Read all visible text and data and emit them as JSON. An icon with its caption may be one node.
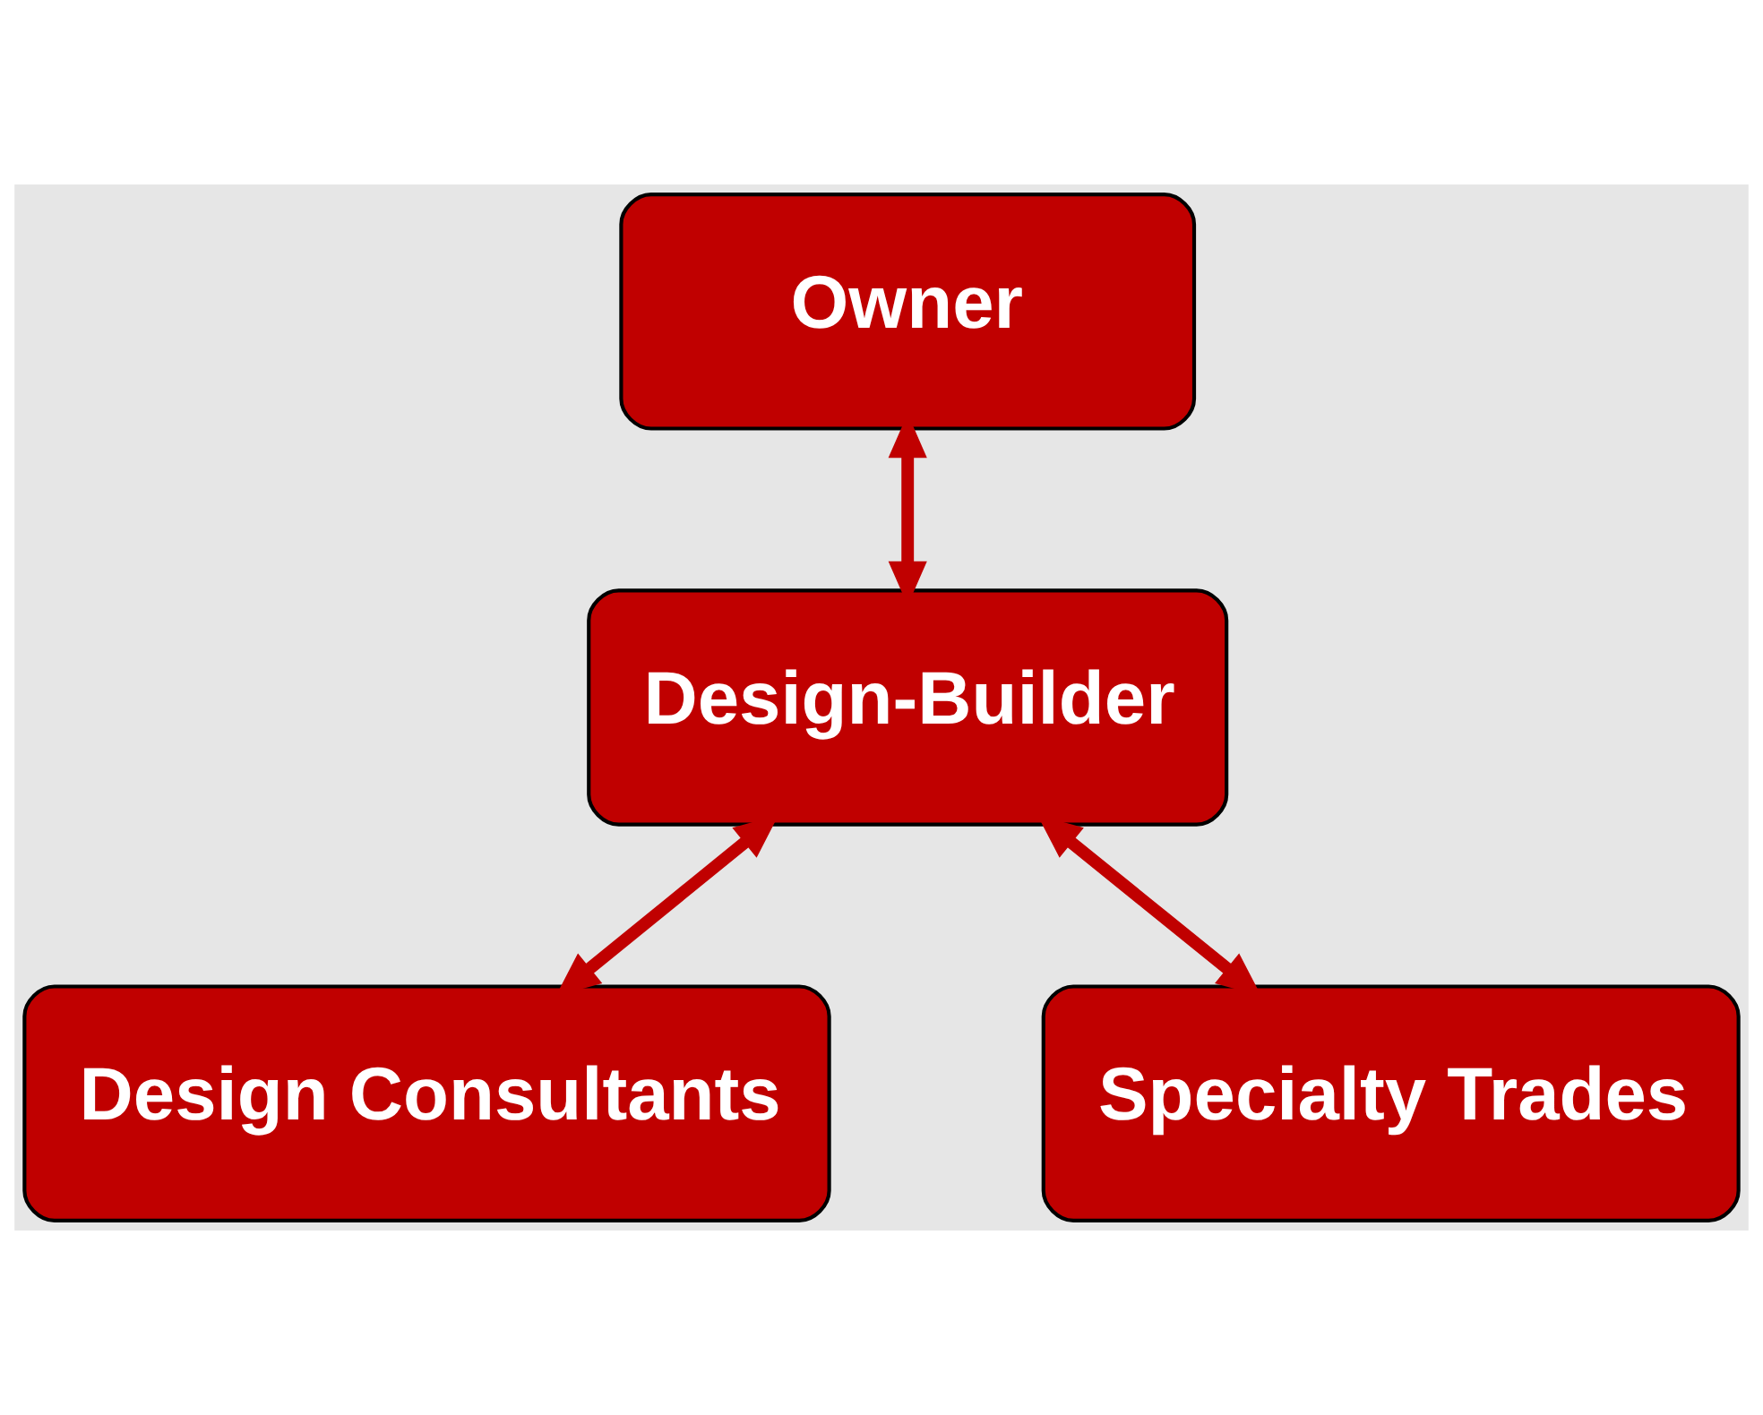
{
  "diagram": {
    "nodes": [
      {
        "text": [
          "Owner"
        ]
      },
      {
        "text": [
          "Design-Builder"
        ]
      },
      {
        "text": [
          "Design Consultants"
        ]
      },
      {
        "text": [
          "Specialty Trades"
        ]
      }
    ],
    "edges": [
      {
        "from": 0,
        "to": 1,
        "arrow": "both"
      },
      {
        "from": 1,
        "to": 2,
        "arrow": "both"
      },
      {
        "from": 1,
        "to": 3,
        "arrow": "both"
      }
    ]
  }
}
